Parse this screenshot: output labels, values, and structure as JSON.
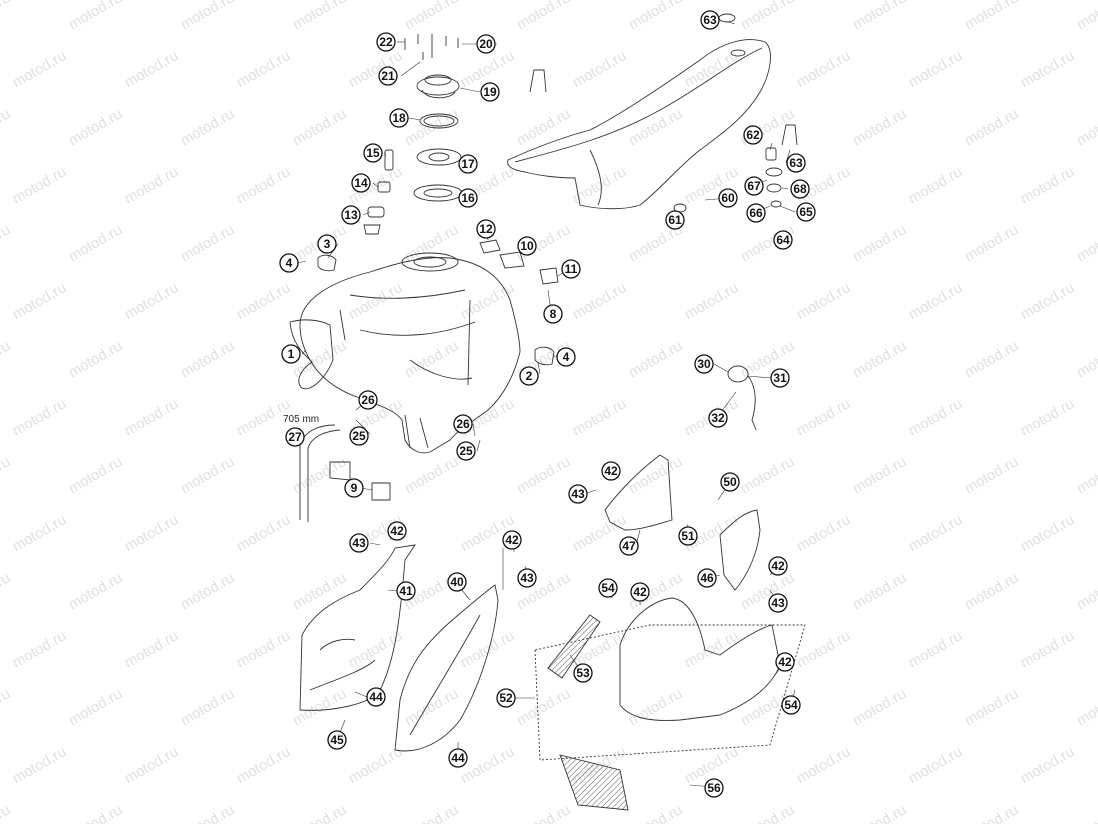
{
  "watermark": "motod.ru",
  "hose_length_label": "705 mm",
  "callouts": [
    "1",
    "2",
    "3",
    "4",
    "8",
    "9",
    "10",
    "11",
    "12",
    "13",
    "14",
    "15",
    "16",
    "17",
    "18",
    "19",
    "20",
    "21",
    "22",
    "25",
    "26",
    "27",
    "30",
    "31",
    "32",
    "40",
    "41",
    "42",
    "43",
    "44",
    "45",
    "46",
    "47",
    "50",
    "51",
    "52",
    "53",
    "54",
    "56",
    "60",
    "61",
    "62",
    "63",
    "64",
    "65",
    "66",
    "67",
    "68"
  ]
}
